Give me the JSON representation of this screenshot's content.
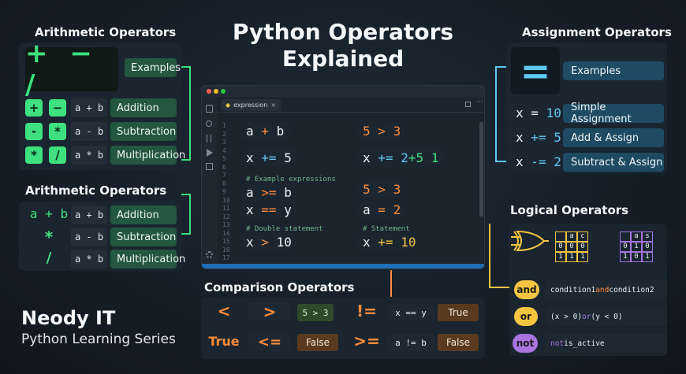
{
  "title": {
    "line1": "Python Operators",
    "line2": "Explained"
  },
  "brand": {
    "name": "Neody IT",
    "series": "Python Learning Series"
  },
  "arith1": {
    "title": "Arithmetic Operators",
    "big_symbols": "+ − /",
    "examples_label": "Examples",
    "rows": [
      {
        "sym1": "+",
        "sym2": "−",
        "expr": "a + b",
        "label": "Addition"
      },
      {
        "sym1": "-",
        "sym2": "*",
        "expr": "a - b",
        "label": "Subtraction"
      },
      {
        "sym1": "*",
        "sym2": "/",
        "expr": "a * b",
        "label": "Multiplication"
      }
    ]
  },
  "arith2": {
    "title": "Arithmetic Operators",
    "rows": [
      {
        "sym": "a + b",
        "expr": "a + b",
        "label": "Addition"
      },
      {
        "sym": "*",
        "expr": "a - b",
        "label": "Subtraction"
      },
      {
        "sym": "/",
        "expr": "a * b",
        "label": "Multiplication"
      }
    ]
  },
  "editor": {
    "tab": "expression",
    "line_numbers": [
      "1",
      "2",
      "3",
      "4",
      "5",
      "6",
      "7",
      "8",
      "9",
      "10",
      "11",
      "12",
      "13",
      "14",
      "15",
      "16",
      "17"
    ],
    "left": [
      {
        "a": "a",
        "op": "+",
        "b": "b"
      },
      {
        "a": "x",
        "op": "+=",
        "b": "5"
      },
      {
        "comment": "# Example expressions"
      },
      {
        "a": "a",
        "op": ">=",
        "b": "b"
      },
      {
        "a": "x",
        "op": "==",
        "b": "y"
      },
      {
        "comment": "# Double statement"
      },
      {
        "a": "x",
        "op": ">",
        "b": "10"
      }
    ],
    "right": [
      {
        "a": "5",
        "op": ">",
        "b": "3"
      },
      {
        "a": "x",
        "op": "+=",
        "b": "2 ",
        "extra": "+5 1"
      },
      {
        "a": "5",
        "op": ">",
        "b": "3"
      },
      {
        "a": "a",
        "op": "=",
        "b": "2"
      },
      {
        "comment": "# Statement"
      },
      {
        "a": "x",
        "op": "+=",
        "b": "10"
      }
    ]
  },
  "assign": {
    "title": "Assignment Operators",
    "big_symbol": "=",
    "examples_label": "Examples",
    "rows": [
      {
        "a": "x",
        "op": "=",
        "b": "10",
        "label": "Simple Assignment"
      },
      {
        "a": "x",
        "op": "+=",
        "b": "5",
        "label": "Add & Assign"
      },
      {
        "a": "x",
        "op": "-=",
        "b": "2",
        "label": "Subtract & Assign"
      }
    ]
  },
  "logical": {
    "title": "Logical Operators",
    "table1": [
      [
        "",
        "a",
        "c"
      ],
      [
        "0",
        "0",
        "0"
      ],
      [
        "1",
        "1",
        "1"
      ]
    ],
    "table2": [
      [
        "",
        "a",
        "s"
      ],
      [
        "0",
        "1",
        "0"
      ],
      [
        "1",
        "0",
        "1"
      ]
    ],
    "rows": [
      {
        "badge": "and",
        "p1": "condition1 ",
        "kw": "and",
        "p2": " condition2"
      },
      {
        "badge": "or",
        "p1": "(x > 0) ",
        "kw": "or",
        "p2": " (y < 0)"
      },
      {
        "badge": "not",
        "p1": "",
        "kw": "not",
        "p2": " is_active"
      }
    ]
  },
  "comparison": {
    "title": "Comparison Operators",
    "row1": {
      "s1": "<",
      "s2": ">",
      "expr": "5 > 3",
      "s3": "!=",
      "expr2": "x == y",
      "result": "True"
    },
    "row2": {
      "s1": "True",
      "s2": "<=",
      "expr": "False",
      "s3": ">=",
      "expr2": "a != b",
      "result": "False"
    }
  },
  "colors": {
    "green": "#3ee07f",
    "orange": "#ff8c3a",
    "blue": "#5fc8f2",
    "yellow": "#f5c542"
  }
}
